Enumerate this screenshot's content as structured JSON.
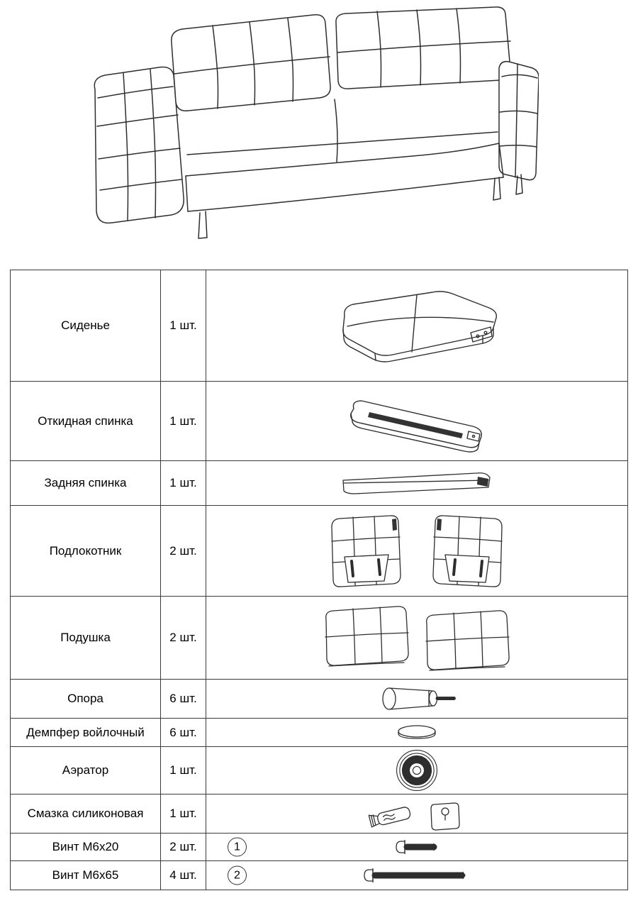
{
  "parts_table": {
    "rows": [
      {
        "name": "Сиденье",
        "qty": "1 шт."
      },
      {
        "name": "Откидная спинка",
        "qty": "1 шт."
      },
      {
        "name": "Задняя спинка",
        "qty": "1 шт."
      },
      {
        "name": "Подлокотник",
        "qty": "2 шт."
      },
      {
        "name": "Подушка",
        "qty": "2 шт."
      },
      {
        "name": "Опора",
        "qty": "6 шт."
      },
      {
        "name": "Демпфер войлочный",
        "qty": "6 шт."
      },
      {
        "name": "Аэратор",
        "qty": "1 шт."
      },
      {
        "name": "Смазка силиконовая",
        "qty": "1 шт."
      },
      {
        "name": "Винт М6х20",
        "qty": "2 шт.",
        "marker": "1"
      },
      {
        "name": "Винт М6х65",
        "qty": "4 шт.",
        "marker": "2"
      }
    ]
  }
}
